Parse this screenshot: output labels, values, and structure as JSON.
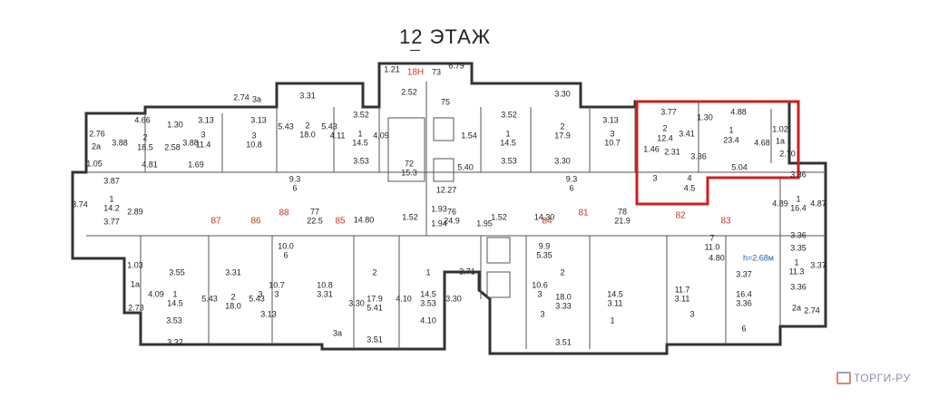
{
  "title": "12 ЭТАЖ",
  "logo": "ТОРГИ-РУ",
  "highlight_color": "#cc1f1f",
  "apartment_numbers": [
    "87",
    "86",
    "88",
    "85",
    "84",
    "81",
    "82",
    "83",
    "18Н"
  ],
  "ceiling_height": "h=2.68м",
  "highlighted_apartment": {
    "rooms": [
      {
        "num": "2",
        "area": "12.4"
      },
      {
        "num": "1",
        "area": "23.4"
      },
      {
        "num": "1a",
        "area": ""
      },
      {
        "num": "3",
        "area": ""
      },
      {
        "num": "4",
        "area": "4.5"
      }
    ],
    "dims": [
      "3.77",
      "1.30",
      "4.88",
      "3.41",
      "3.36",
      "4.68",
      "1.02",
      "2.70",
      "1.46",
      "2.31",
      "5.04"
    ]
  },
  "labels": [
    "4.66",
    "2",
    "18.5",
    "3.88",
    "1.30",
    "2.58",
    "4.81",
    "2a",
    "2.76",
    "1.05",
    "3.13",
    "3.88",
    "3",
    "11.4",
    "1.69",
    "3.13",
    "3",
    "10.8",
    "3.31",
    "5.43",
    "2",
    "18.0",
    "5.43",
    "3.52",
    "1",
    "14.5",
    "4.11",
    "4.09",
    "3.53",
    "1.21",
    "73",
    "6.79",
    "2.52",
    "75",
    "2.74",
    "3a",
    "3.52",
    "1",
    "14.5",
    "3.30",
    "2",
    "17.9",
    "3.13",
    "3",
    "10.7",
    "3.53",
    "3.30",
    "72",
    "15.3",
    "12.27",
    "5.40",
    "1.54",
    "77",
    "22.5",
    "14.80",
    "1.93",
    "76",
    "24.9",
    "1.52",
    "1.94",
    "1.95",
    "1.52",
    "14.30",
    "78",
    "21.9",
    "3.87",
    "1",
    "14.2",
    "3.74",
    "3.77",
    "2.89",
    "3.36",
    "1",
    "16.4",
    "4.89",
    "4.87",
    "3.36",
    "3.35",
    "1",
    "11.3",
    "3.37",
    "3.36",
    "2a",
    "2.74",
    "7",
    "11.0",
    "4.80",
    "3.55",
    "1",
    "14.5",
    "4.09",
    "3.53",
    "3.32",
    "1a",
    "1.03",
    "2.73",
    "3.31",
    "2",
    "18.0",
    "5.43",
    "5.43",
    "3.13",
    "3",
    "10.7",
    "3",
    "10.8",
    "3.31",
    "2",
    "17.9",
    "5.41",
    "3.30",
    "3.51",
    "1",
    "14.5",
    "3.53",
    "4.10",
    "4.10",
    "3.30",
    "2",
    "18.0",
    "3.33",
    "3.51",
    "1",
    "14.5",
    "3.11",
    "3",
    "10.6",
    "3",
    "11.7",
    "3.11",
    "3",
    "16.4",
    "3.36",
    "3.37",
    "6",
    "9.3",
    "6",
    "9.3",
    "6",
    "10.0",
    "6",
    "9.9",
    "5.35",
    "2.71",
    "3a"
  ]
}
